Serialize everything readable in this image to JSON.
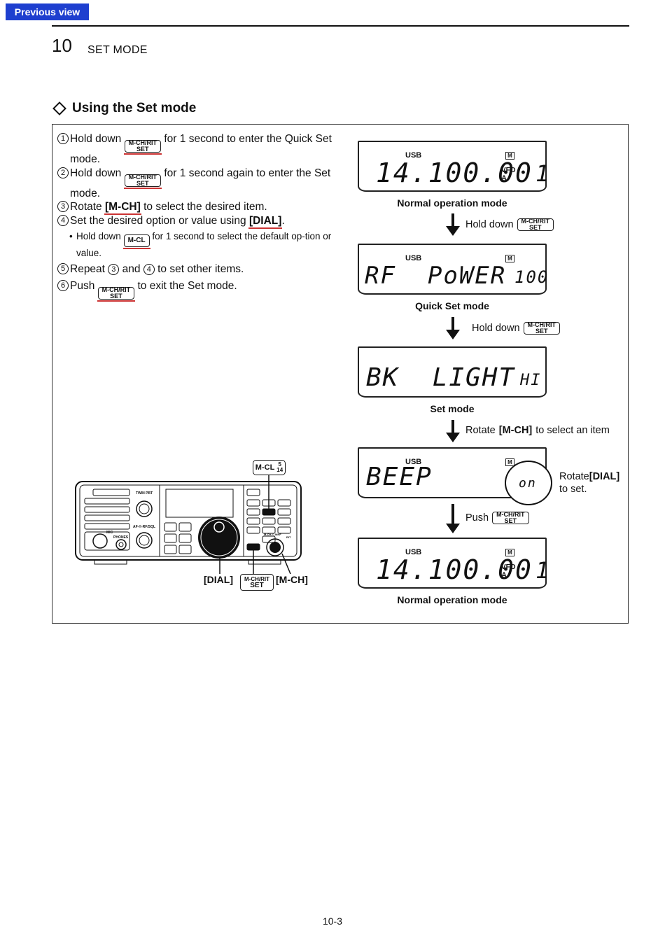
{
  "nav": {
    "prev_label": "Previous view"
  },
  "header": {
    "chapter_number": "10",
    "chapter_title": "SET MODE"
  },
  "section": {
    "title": "Using the Set mode"
  },
  "keys": {
    "mch_rit_top": "M-CH/RIT",
    "mch_rit_bottom": "SET",
    "mcl": "M-CL",
    "mch_ref": "[M-CH]",
    "dial_ref": "[DIAL]"
  },
  "steps": [
    {
      "num": "1",
      "pre": "Hold down",
      "post": "for 1 second to enter the Quick Set mode."
    },
    {
      "num": "2",
      "pre": "Hold down",
      "post": "for 1 second again to enter the Set mode."
    },
    {
      "num": "3",
      "pre": "Rotate",
      "post": "to select the desired item."
    },
    {
      "num": "4",
      "pre": "Set the desired option or value using",
      "post": "."
    },
    {
      "bullet": "•",
      "pre": "Hold down",
      "post": "for 1 second to select the default op-tion or value."
    },
    {
      "num": "5",
      "pre": "Repeat",
      "mid_a": "3",
      "mid_text": "and",
      "mid_b": "4",
      "post": "to set other items."
    },
    {
      "num": "6",
      "pre": "Push",
      "post": "to exit the Set mode."
    }
  ],
  "displays": [
    {
      "mode": "USB",
      "main": "14.100.00",
      "vfo": "VFO",
      "vfo_sub": "A",
      "right": "1",
      "label": "Normal operation mode"
    },
    {
      "mode": "USB",
      "main": "RF  PoWER",
      "right": "100",
      "label": "Quick Set mode"
    },
    {
      "main": "BK  LIGHT",
      "right": "HI",
      "label": "Set mode"
    },
    {
      "mode": "USB",
      "main": "BEEP",
      "right": "on"
    },
    {
      "mode": "USB",
      "main": "14.100.00",
      "vfo": "VFO",
      "vfo_sub": "A",
      "right": "1",
      "label": "Normal operation mode"
    }
  ],
  "m_badge": "M",
  "transitions": {
    "t1": "Hold down",
    "t2": "Hold down",
    "t3_pre": "Rotate",
    "t3_key": "[M-CH]",
    "t3_post": "to select an item",
    "t4_pre": "Rotate",
    "t4_key": "[DIAL]",
    "t4_post": "to set.",
    "t5": "Push"
  },
  "radio": {
    "twin_pbt": "TWIN PBT",
    "af_rf": "AF-©-RF/SQL",
    "mic": "MIC",
    "phones": "PHONES",
    "mch_label": "M-CH-©-MNF",
    "rit": "RIT",
    "mcl_callout": "M-CL",
    "mcl_n1": "5",
    "mcl_n2": "14",
    "dial_callout": "[DIAL]",
    "mch_callout": "[M-CH]"
  },
  "footer": {
    "page": "10-3"
  }
}
